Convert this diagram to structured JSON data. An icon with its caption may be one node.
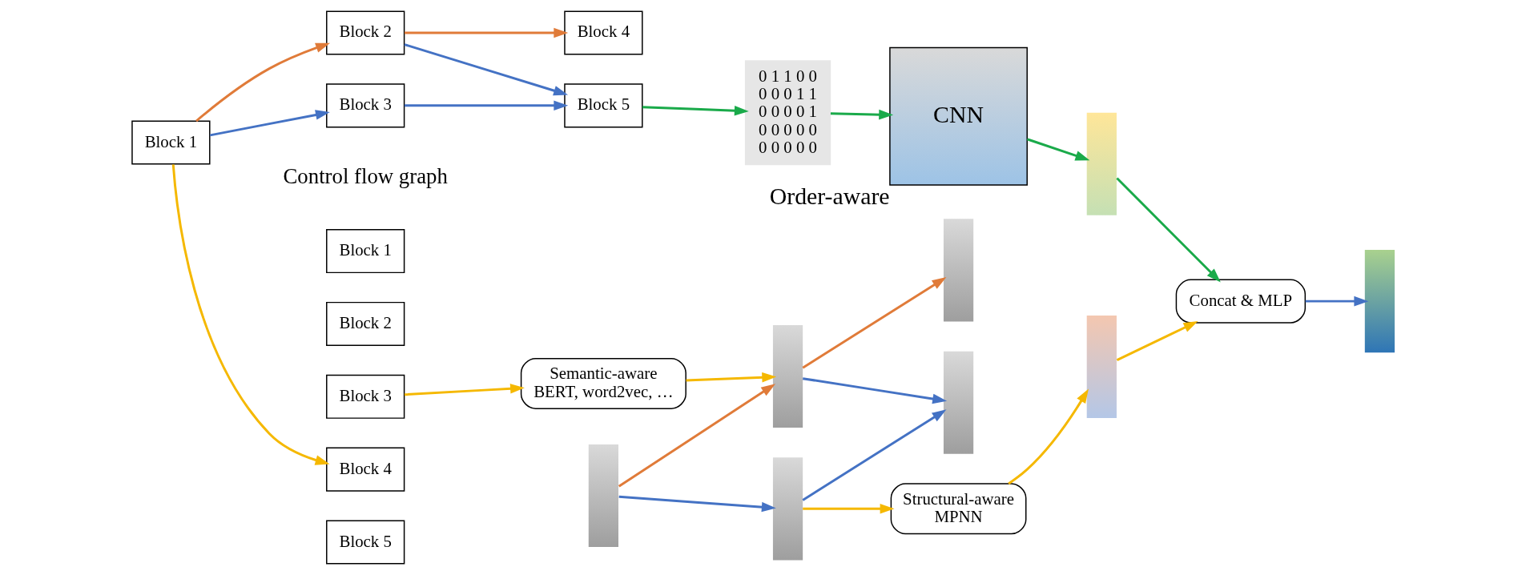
{
  "diagram": {
    "nodes": [
      {
        "text": [
          "Block 1"
        ]
      },
      {
        "text": [
          "Block 2"
        ]
      },
      {
        "text": [
          "Block 3"
        ]
      },
      {
        "text": [
          "Block 4"
        ]
      },
      {
        "text": [
          "Block 5"
        ]
      },
      {
        "text": [
          "Block 1"
        ]
      },
      {
        "text": [
          "Block 2"
        ]
      },
      {
        "text": [
          "Block 3"
        ]
      },
      {
        "text": [
          "Block 4"
        ]
      },
      {
        "text": [
          "Block 5"
        ]
      },
      {
        "text": [
          "Semantic-aware",
          "BERT, word2vec, …"
        ]
      },
      {
        "text": [],
        "shape": "bar"
      },
      {
        "text": [],
        "shape": "bar"
      },
      {
        "text": [],
        "shape": "bar"
      },
      {
        "text": [],
        "shape": "bar"
      },
      {
        "text": [],
        "shape": "bar"
      },
      {
        "text": [
          "Structural-aware",
          "MPNN"
        ]
      },
      {
        "text": [],
        "shape": "bar"
      },
      {
        "text": [
          "0 1 1 0 0",
          "0 0 0 1 1",
          "0 0 0 0 1",
          "0 0 0 0 0",
          "0 0 0 0 0"
        ]
      },
      {
        "text": [
          "CNN"
        ],
        "beside": [
          "Order-aware"
        ]
      },
      {
        "text": [],
        "shape": "bar"
      },
      {
        "text": [
          "Concat & MLP"
        ]
      },
      {
        "text": [],
        "shape": "bar"
      }
    ],
    "edges": [
      {
        "from": 0,
        "to": 1,
        "arrow": "to",
        "color": "#e07b39"
      },
      {
        "from": 0,
        "to": 2,
        "arrow": "to",
        "color": "#4472c4"
      },
      {
        "from": 1,
        "to": 3,
        "arrow": "to",
        "color": "#e07b39"
      },
      {
        "from": 1,
        "to": 4,
        "arrow": "to",
        "color": "#4472c4"
      },
      {
        "from": 2,
        "to": 4,
        "arrow": "to",
        "color": "#4472c4"
      },
      {
        "from": 0,
        "to": 8,
        "arrow": "to",
        "color": "#f5b800"
      },
      {
        "from": 7,
        "to": 10,
        "arrow": "to",
        "color": "#f5b800"
      },
      {
        "from": 10,
        "to": 12,
        "arrow": "to",
        "color": "#f5b800"
      },
      {
        "from": 11,
        "to": 12,
        "arrow": "to",
        "color": "#e07b39"
      },
      {
        "from": 11,
        "to": 13,
        "arrow": "to",
        "color": "#4472c4"
      },
      {
        "from": 12,
        "to": 14,
        "arrow": "to",
        "color": "#e07b39"
      },
      {
        "from": 12,
        "to": 15,
        "arrow": "to",
        "color": "#4472c4"
      },
      {
        "from": 13,
        "to": 15,
        "arrow": "to",
        "color": "#4472c4"
      },
      {
        "from": 13,
        "to": 16,
        "arrow": "to",
        "color": "#f5b800"
      },
      {
        "from": 16,
        "to": 17,
        "arrow": "to",
        "color": "#f5b800"
      },
      {
        "from": 17,
        "to": 21,
        "arrow": "to",
        "color": "#f5b800"
      },
      {
        "from": 4,
        "to": 18,
        "arrow": "to",
        "color": "#1aaa4a"
      },
      {
        "from": 18,
        "to": 19,
        "arrow": "to",
        "color": "#1aaa4a"
      },
      {
        "from": 19,
        "to": 20,
        "arrow": "to",
        "color": "#1aaa4a"
      },
      {
        "from": 20,
        "to": 21,
        "arrow": "to",
        "color": "#1aaa4a"
      },
      {
        "from": 21,
        "to": 22,
        "arrow": "to",
        "color": "#4472c4"
      }
    ],
    "labels": [
      "Control flow graph"
    ]
  }
}
